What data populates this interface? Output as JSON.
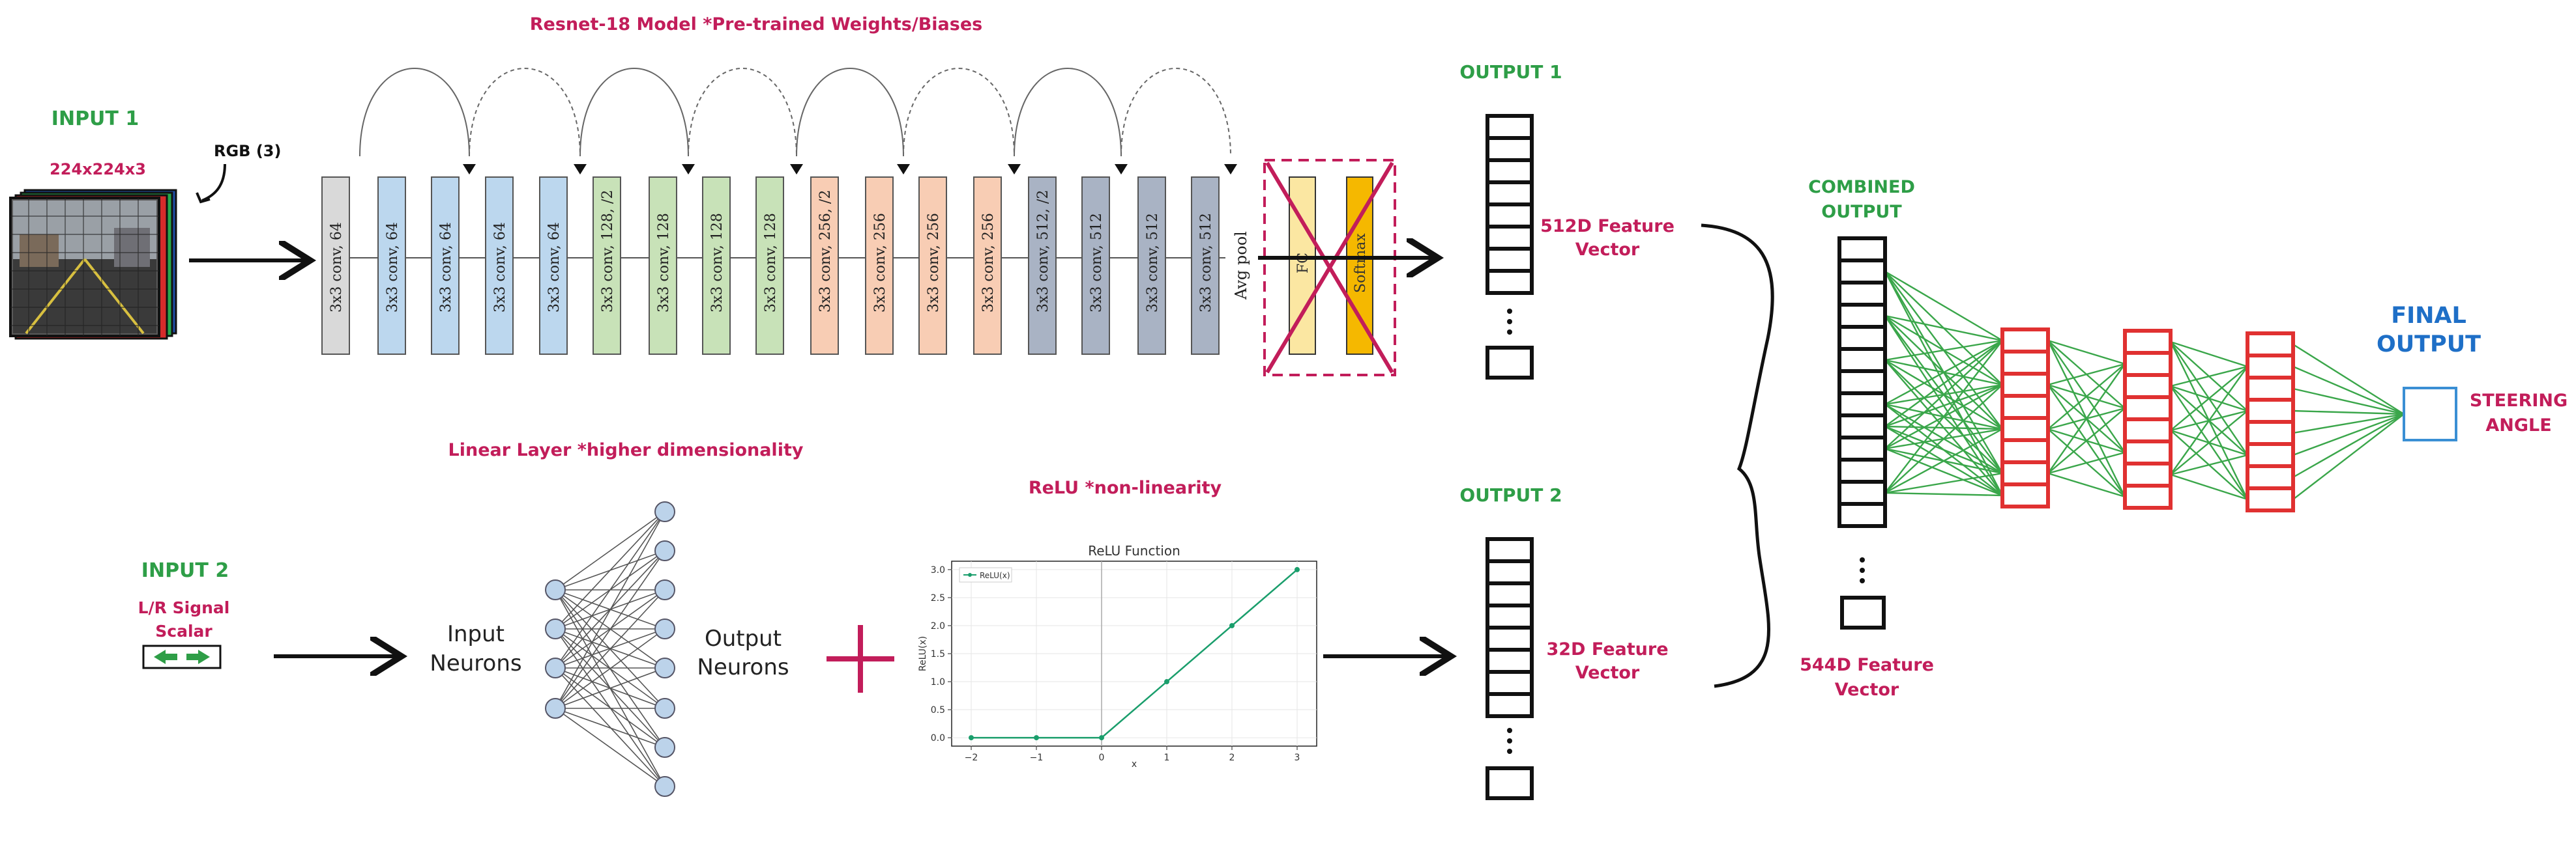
{
  "input1": {
    "title": "INPUT 1",
    "size": "224x224x3",
    "channels": "RGB (3)"
  },
  "resnet": {
    "title": "Resnet-18 Model *Pre-trained  Weights/Biases",
    "layers": [
      {
        "label": "3x3 conv, 64",
        "color": "#d9d9d9"
      },
      {
        "label": "3x3 conv, 64",
        "color": "#bcd7ee"
      },
      {
        "label": "3x3 conv, 64",
        "color": "#bcd7ee"
      },
      {
        "label": "3x3 conv, 64",
        "color": "#bcd7ee"
      },
      {
        "label": "3x3 conv, 64",
        "color": "#bcd7ee"
      },
      {
        "label": "3x3 conv, 128, /2",
        "color": "#c8e2b8"
      },
      {
        "label": "3x3 conv, 128",
        "color": "#c8e2b8"
      },
      {
        "label": "3x3 conv, 128",
        "color": "#c8e2b8"
      },
      {
        "label": "3x3 conv, 128",
        "color": "#c8e2b8"
      },
      {
        "label": "3x3 conv, 256, /2",
        "color": "#f8cdb4"
      },
      {
        "label": "3x3 conv, 256",
        "color": "#f8cdb4"
      },
      {
        "label": "3x3 conv, 256",
        "color": "#f8cdb4"
      },
      {
        "label": "3x3 conv, 256",
        "color": "#f8cdb4"
      },
      {
        "label": "3x3 conv, 512, /2",
        "color": "#a9b3c4"
      },
      {
        "label": "3x3 conv, 512",
        "color": "#a9b3c4"
      },
      {
        "label": "3x3 conv, 512",
        "color": "#a9b3c4"
      },
      {
        "label": "3x3 conv, 512",
        "color": "#a9b3c4"
      }
    ],
    "avgpool": "Avg pool",
    "fc": "FC",
    "softmax": "Softmax"
  },
  "output1": {
    "title": "OUTPUT 1",
    "feature": "512D Feature",
    "feature2": "Vector"
  },
  "linear": {
    "title": "Linear Layer *higher dimensionality",
    "input_neurons_1": "Input",
    "input_neurons_2": "Neurons",
    "output_neurons_1": "Output",
    "output_neurons_2": "Neurons"
  },
  "input2": {
    "title": "INPUT 2",
    "signal_1": "L/R Signal",
    "signal_2": "Scalar"
  },
  "relu": {
    "title": "ReLU *non-linearity",
    "chart_title": "ReLU Function",
    "legend": "ReLU(x)",
    "xlabel": "x",
    "ylabel": "ReLU(x)"
  },
  "output2": {
    "title": "OUTPUT 2",
    "feature": "32D Feature",
    "feature2": "Vector"
  },
  "combined": {
    "title_1": "COMBINED",
    "title_2": "OUTPUT",
    "feature": "544D Feature",
    "feature2": "Vector"
  },
  "final": {
    "title_1": "FINAL",
    "title_2": "OUTPUT",
    "label_1": "STEERING",
    "label_2": "ANGLE"
  },
  "colors": {
    "green": "#2e9e47",
    "pink": "#c21d5a",
    "blue": "#1e6fc7",
    "red": "#e03131",
    "line_green": "#3aa64a"
  },
  "chart_data": {
    "type": "line",
    "title": "ReLU Function",
    "xlabel": "x",
    "ylabel": "ReLU(x)",
    "x": [
      -2,
      -1,
      0,
      1,
      2,
      3
    ],
    "series": [
      {
        "name": "ReLU(x)",
        "values": [
          0.0,
          0.0,
          0.0,
          1.0,
          2.0,
          3.0
        ]
      }
    ],
    "xticks": [
      "-2",
      "-1",
      "0",
      "1",
      "2",
      "3"
    ],
    "yticks": [
      "0.0",
      "0.5",
      "1.0",
      "1.5",
      "2.0",
      "2.5",
      "3.0"
    ],
    "xlim": [
      -2.3,
      3.3
    ],
    "ylim": [
      -0.15,
      3.15
    ],
    "grid": true,
    "legend_position": "top-left"
  }
}
